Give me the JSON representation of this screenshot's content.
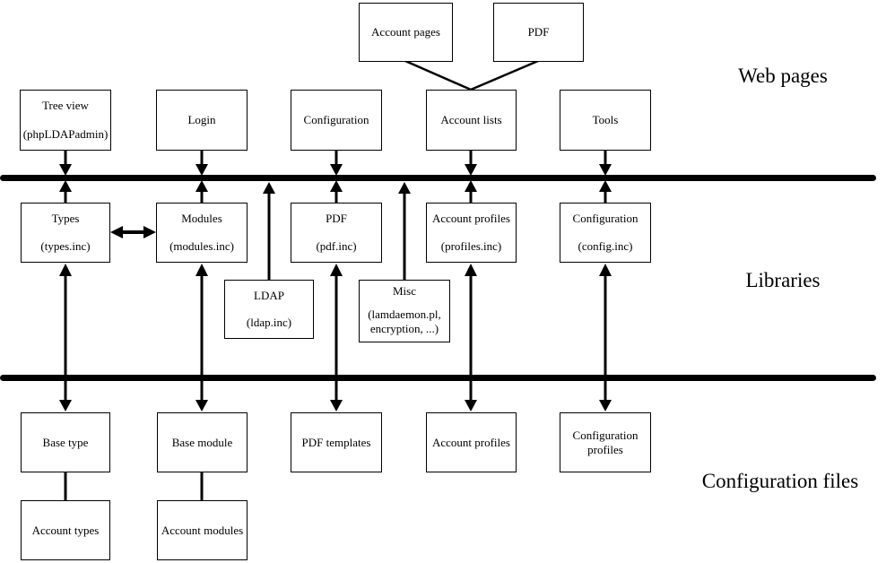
{
  "colors": {
    "line": "#000000",
    "background": "#ffffff"
  },
  "diagram": {
    "section_labels": {
      "web_pages": "Web pages",
      "libraries": "Libraries",
      "config_files": "Configuration files"
    },
    "top_boxes": {
      "account_pages": {
        "title": "Account pages"
      },
      "pdf": {
        "title": "PDF"
      }
    },
    "web_pages": {
      "tree_view": {
        "title": "Tree view",
        "subtitle": "(phpLDAPadmin)"
      },
      "login": {
        "title": "Login"
      },
      "configuration": {
        "title": "Configuration"
      },
      "account_lists": {
        "title": "Account lists"
      },
      "tools": {
        "title": "Tools"
      }
    },
    "libraries": {
      "types": {
        "title": "Types",
        "subtitle": "(types.inc)"
      },
      "modules": {
        "title": "Modules",
        "subtitle": "(modules.inc)"
      },
      "pdf": {
        "title": "PDF",
        "subtitle": "(pdf.inc)"
      },
      "account_profiles": {
        "title": "Account profiles",
        "subtitle": "(profiles.inc)"
      },
      "configuration": {
        "title": "Configuration",
        "subtitle": "(config.inc)"
      },
      "ldap": {
        "title": "LDAP",
        "subtitle": "(ldap.inc)"
      },
      "misc": {
        "title": "Misc",
        "subtitle": "(lamdaemon.pl, encryption, ...)"
      }
    },
    "config_files": {
      "base_type": {
        "title": "Base type"
      },
      "base_module": {
        "title": "Base module"
      },
      "pdf_templates": {
        "title": "PDF templates"
      },
      "account_profiles": {
        "title": "Account profiles"
      },
      "configuration_profiles": {
        "title": "Configuration profiles"
      },
      "account_types": {
        "title": "Account types"
      },
      "account_modules": {
        "title": "Account modules"
      }
    }
  }
}
